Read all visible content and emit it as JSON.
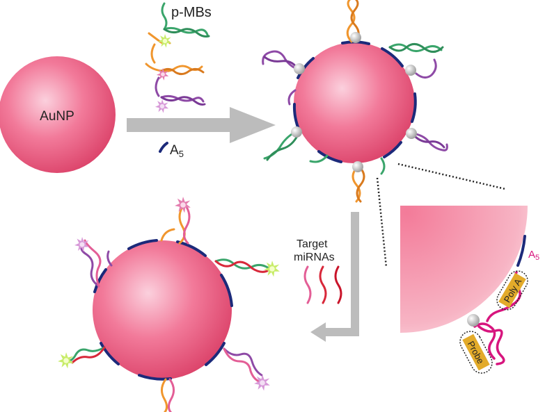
{
  "labels": {
    "aunp": "AuNP",
    "pmbs": "p-MBs",
    "a5": "A",
    "a5_sub": "5",
    "target_line1": "Target",
    "target_line2": "miRNAs",
    "zoom_a5": "A",
    "zoom_a5_sub": "5",
    "poly_a": "Poly A",
    "probe": "Probe"
  },
  "colors": {
    "gold": "#ee5a7f",
    "strand_purple": "#8e4aa6",
    "strand_green": "#3aa56b",
    "strand_orange": "#f0962e",
    "strand_pink": "#d7157e",
    "target_red": "#d8283a",
    "anchor_navy": "#1c2a7a",
    "arrow_gray": "#bcbcbc",
    "tag_gold": "#e3ab2a"
  },
  "icons": [
    "fluorophore-star-icon",
    "quencher-ball-icon"
  ]
}
